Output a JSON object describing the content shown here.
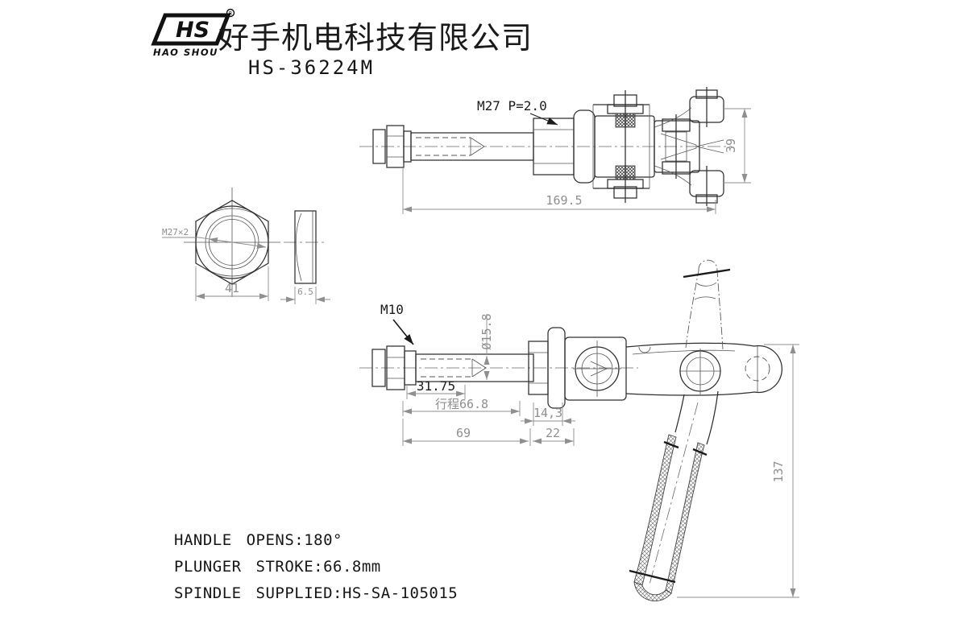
{
  "header": {
    "logo": {
      "text": "HS",
      "subtext": "HAO SHOU",
      "trademark": "R"
    },
    "company_name": "好手机电科技有限公司",
    "model": "HS-36224M"
  },
  "colors": {
    "line": "#2f2f2f",
    "dim_gray": "#8f8f8f",
    "label_black": "#1b1b1b"
  },
  "top_view": {
    "thread_label": "M27 P=2.0",
    "dim_width": "39",
    "dim_length": "169.5"
  },
  "nut_view": {
    "thread_label": "M27×2",
    "dim_across_flats": "41",
    "dim_thickness": "6.5"
  },
  "main_view": {
    "spindle_thread_label": "M10",
    "rod_diameter": "Ø15.8",
    "dim_thread_length": "31.75",
    "dim_stroke": "行程66.8",
    "dim_body_offset": "14,3",
    "dim_rod_length": "69",
    "dim_body_width": "22",
    "dim_handle_height": "137"
  },
  "specs": {
    "line1": "HANDLE OPENS:180°",
    "line2": "PLUNGER STROKE:66.8mm",
    "line3": "SPINDLE SUPPLIED:HS-SA-105015"
  }
}
